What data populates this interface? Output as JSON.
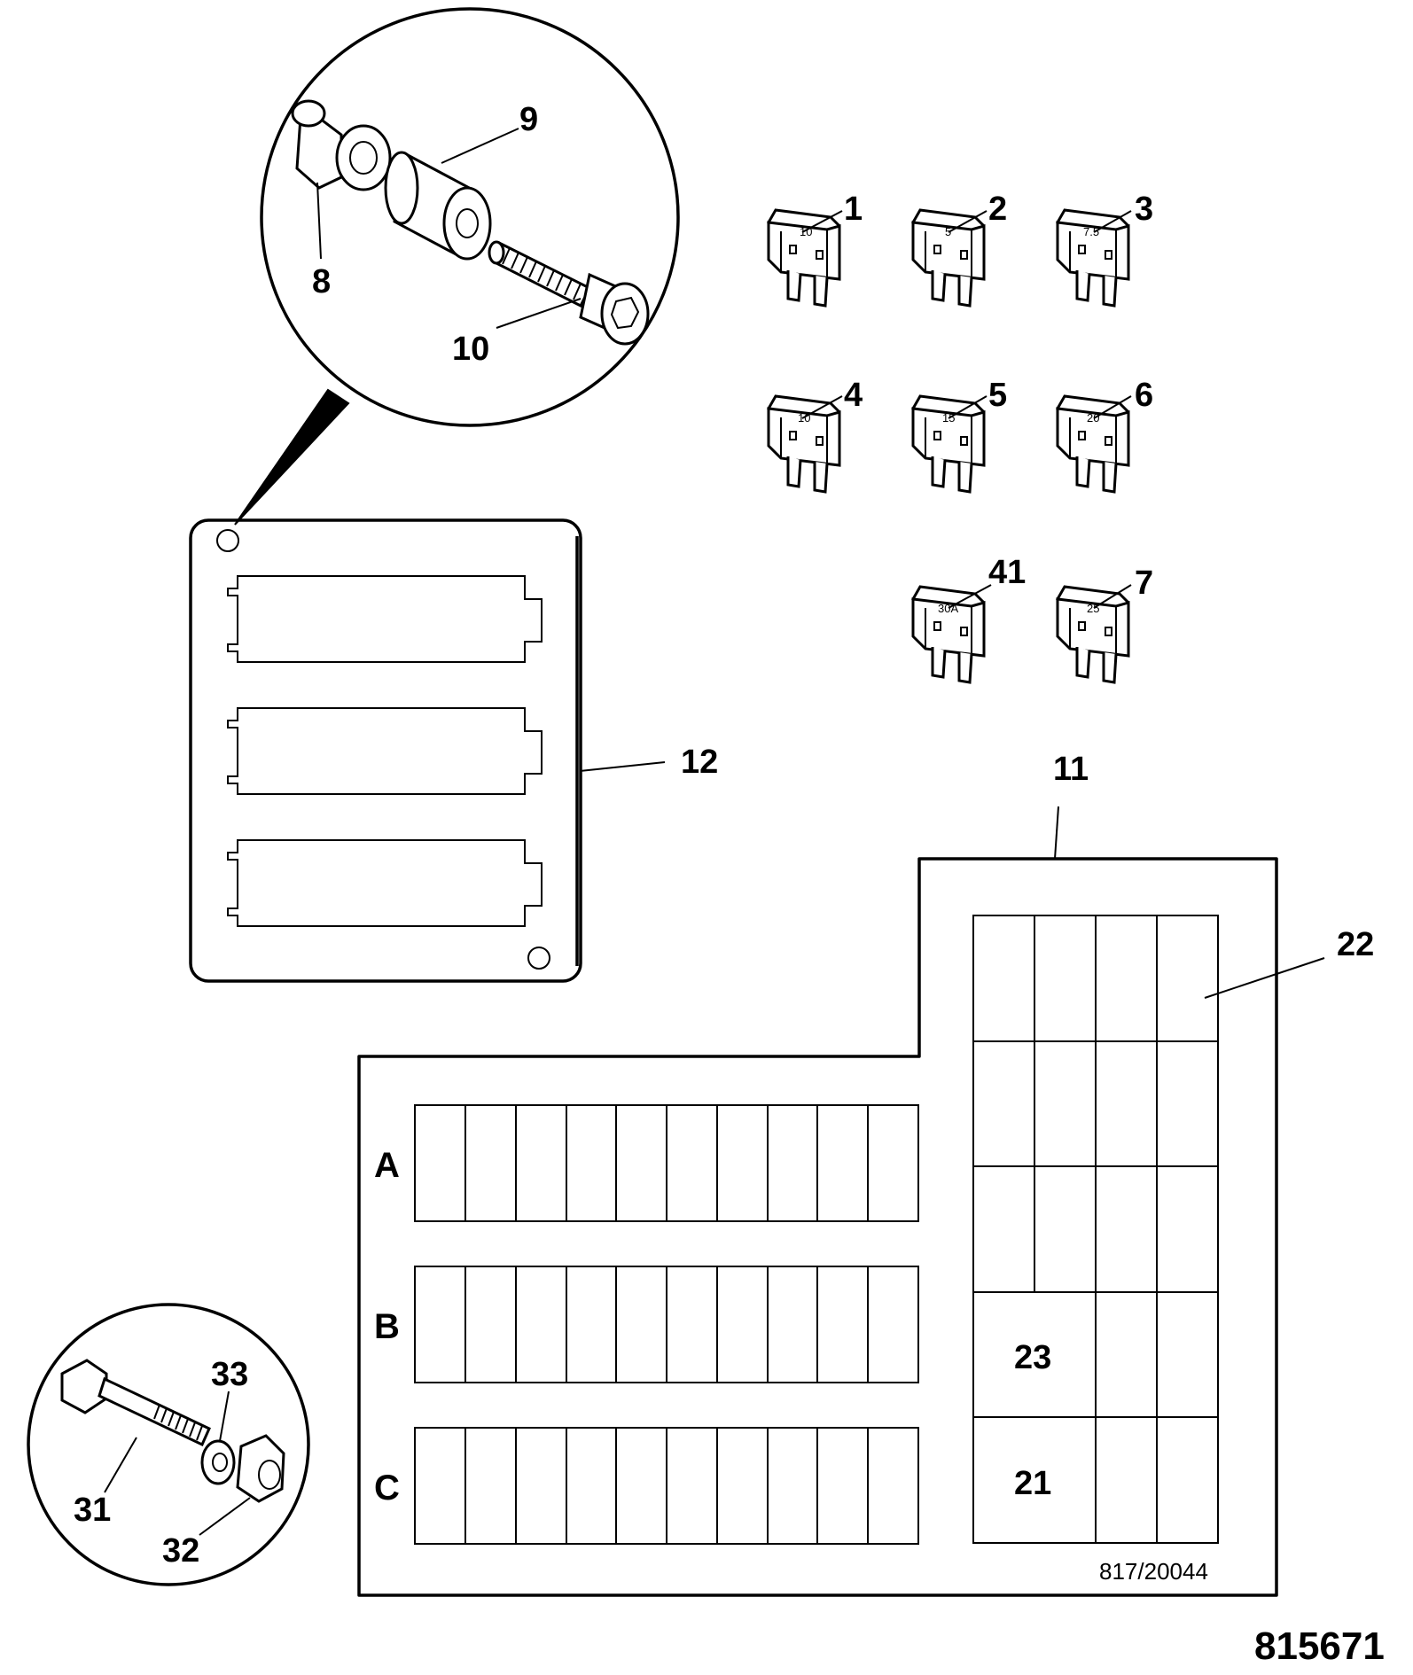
{
  "callouts": {
    "c1": "1",
    "c2": "2",
    "c3": "3",
    "c4": "4",
    "c5": "5",
    "c6": "6",
    "c7": "7",
    "c41": "41",
    "c8": "8",
    "c9": "9",
    "c10": "10",
    "c11": "11",
    "c12": "12",
    "c21": "21",
    "c22": "22",
    "c23": "23",
    "c31": "31",
    "c32": "32",
    "c33": "33"
  },
  "fuse_ratings": {
    "f1": "10",
    "f2": "5",
    "f3": "7.5",
    "f4": "10",
    "f5": "15",
    "f6": "20",
    "f41": "30A",
    "f7": "25"
  },
  "rows": {
    "a": "A",
    "b": "B",
    "c": "C"
  },
  "drawing_ref": "817/20044",
  "figure_number": "815671",
  "colors": {
    "line": "#000000",
    "background": "#ffffff"
  }
}
